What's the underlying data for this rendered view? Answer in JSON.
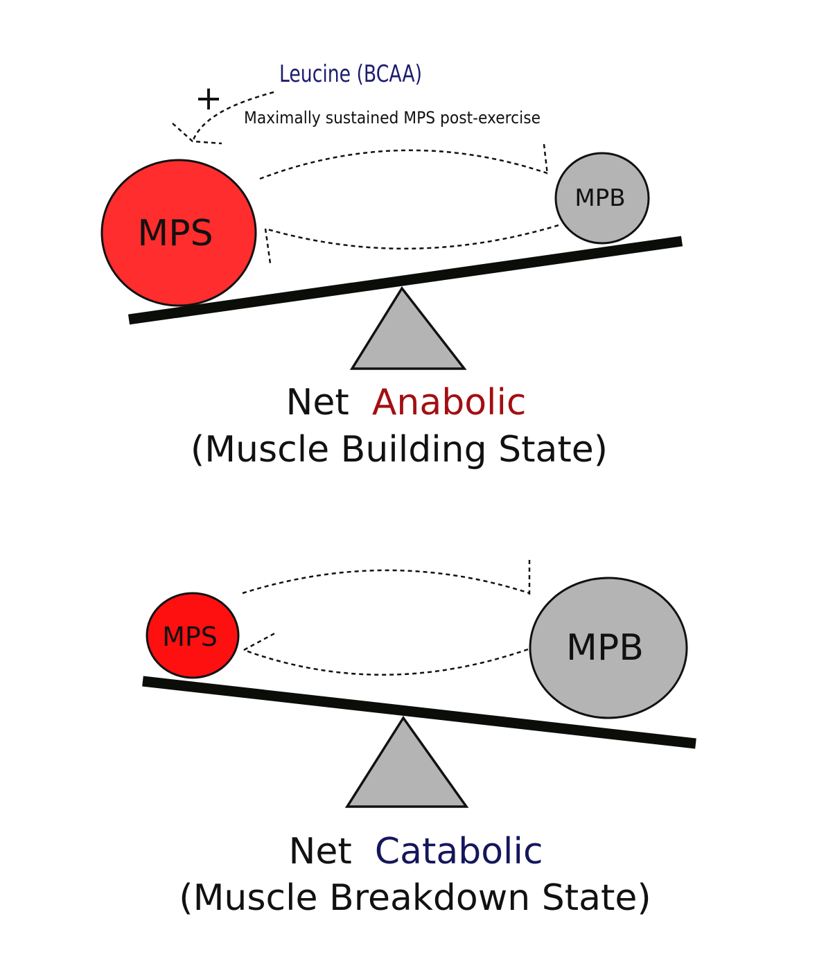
{
  "colors": {
    "mps_fill_top": "#ff2d2d",
    "mps_fill_bottom": "#ff1010",
    "mpb_fill": "#b4b4b4",
    "fulcrum_fill": "#b4b4b4",
    "beam": "#0a0d08",
    "anabolic_accent": "#a30e12",
    "catabolic_accent": "#14165c",
    "leucine_label": "#1c1c6e",
    "text": "#111111",
    "dash": "#111111"
  },
  "top_scale": {
    "mps_label": "MPS",
    "mpb_label": "MPB",
    "leucine_label": "Leucine (BCAA)",
    "plus_sign": "+",
    "annotation": "Maximally sustained MPS post-exercise",
    "caption_prefix": "Net",
    "caption_state": "Anabolic",
    "caption_subtitle": "(Muscle Building State)"
  },
  "bottom_scale": {
    "mps_label": "MPS",
    "mpb_label": "MPB",
    "caption_prefix": "Net",
    "caption_state": "Catabolic",
    "caption_subtitle": "(Muscle Breakdown State)"
  }
}
